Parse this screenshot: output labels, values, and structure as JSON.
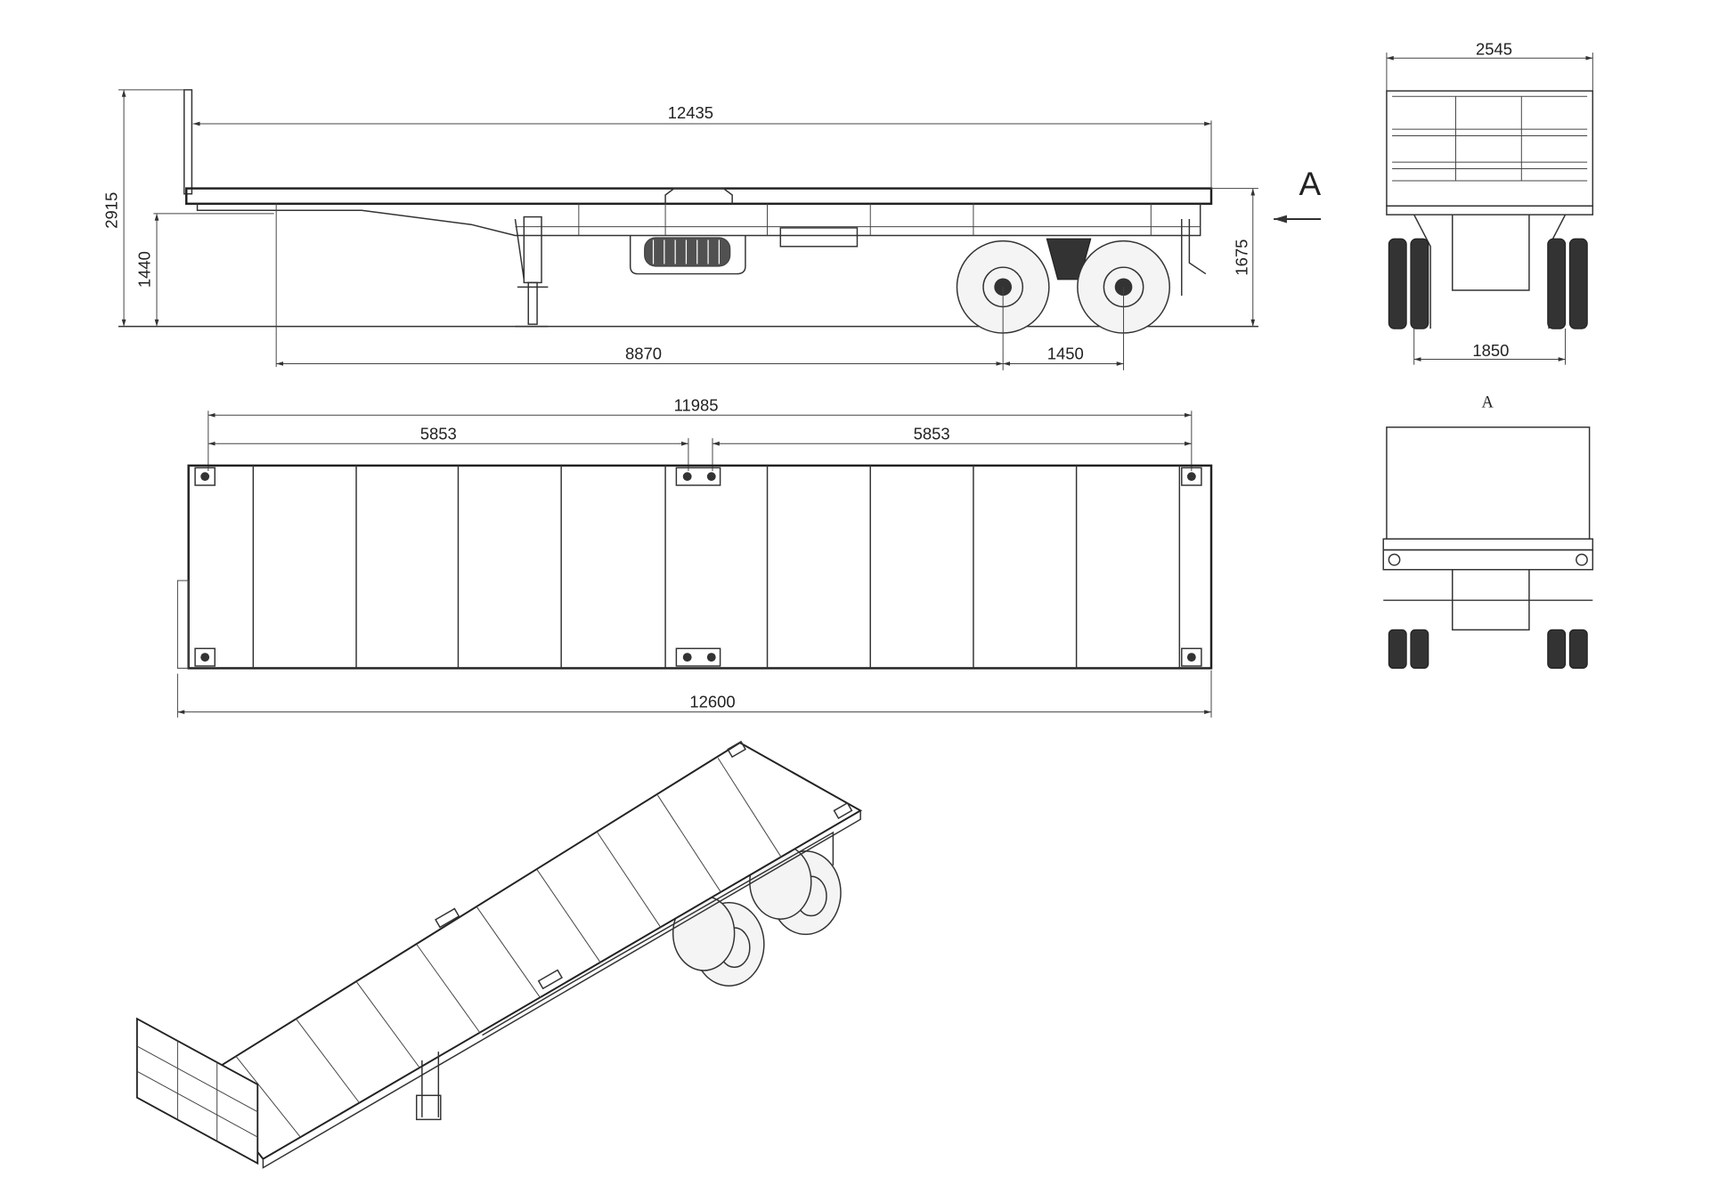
{
  "title": "Flatbed semi-trailer general arrangement drawing",
  "side_view": {
    "overall_length": "12435",
    "overall_height": "2915",
    "kingpin_height": "1440",
    "deck_height": "1675",
    "kingpin_to_axle": "8870",
    "axle_spacing": "1450",
    "view_marker": "A"
  },
  "rear_view": {
    "overall_width": "2545",
    "track_width": "1850",
    "view_label": "A"
  },
  "plan_view": {
    "twistlock_span": "11985",
    "twistlock_half_left": "5853",
    "twistlock_half_right": "5853",
    "deck_length": "12600"
  },
  "colors": {
    "line": "#333333",
    "background": "#ffffff"
  }
}
